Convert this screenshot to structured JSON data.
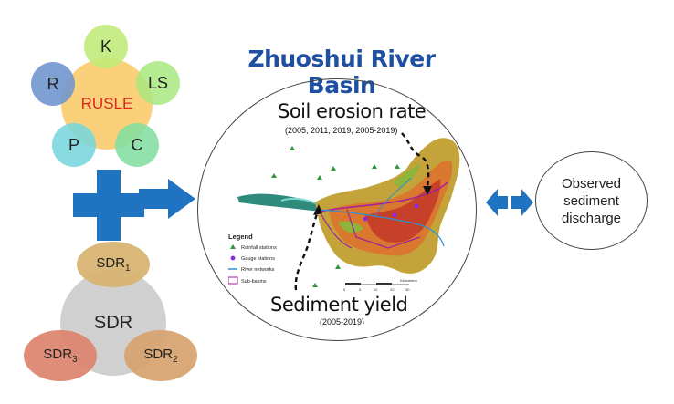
{
  "title": "Zhuoshui River Basin",
  "rusle": {
    "center": "RUSLE",
    "factors": [
      "K",
      "LS",
      "C",
      "P",
      "R"
    ]
  },
  "sdr": {
    "center": "SDR",
    "parts": [
      {
        "base": "SDR",
        "sub": "1"
      },
      {
        "base": "SDR",
        "sub": "2"
      },
      {
        "base": "SDR",
        "sub": "3"
      }
    ]
  },
  "map": {
    "soil_erosion_label": "Soil erosion rate",
    "soil_erosion_years": "(2005, 2011, 2019, 2005-2019)",
    "sediment_yield_label": "Sediment yield",
    "sediment_yield_years": "(2005-2019)",
    "legend": {
      "title": "Legend",
      "items": [
        "Rainfall stations",
        "Gauge stations",
        "River networks",
        "Sub-basins"
      ]
    },
    "scale_unit": "Kilometers",
    "scale_ticks": [
      "0",
      "5",
      "10",
      "20",
      "30"
    ]
  },
  "observed": {
    "line1": "Observed",
    "line2": "sediment",
    "line3": "discharge"
  },
  "colors": {
    "title": "#1f4fa3",
    "arrow_blue": "#1f73c0",
    "rusle_center": "#fbd07a",
    "rusle_text": "#d62a1e"
  }
}
